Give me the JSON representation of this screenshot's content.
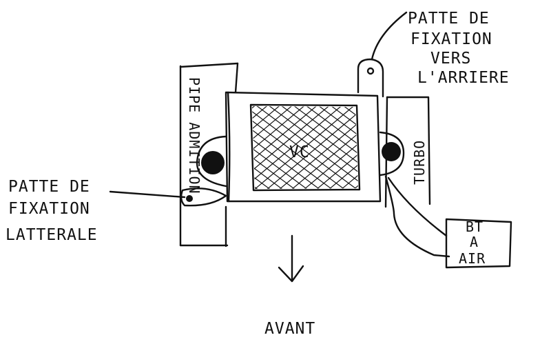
{
  "labels": {
    "rear_tab": [
      "PATTE DE",
      "FIXATION",
      "VERS",
      "L'ARRIERE"
    ],
    "side_tab": [
      "PATTE DE",
      "FIXATION",
      "LATTERALE"
    ],
    "intake": "PIPE ADMITION",
    "engine": "VC",
    "turbo": "TURBO",
    "airbox": [
      "BT",
      "A",
      "AIR"
    ],
    "front": "AVANT"
  },
  "colors": {
    "ink": "#111111",
    "paper": "#ffffff"
  }
}
